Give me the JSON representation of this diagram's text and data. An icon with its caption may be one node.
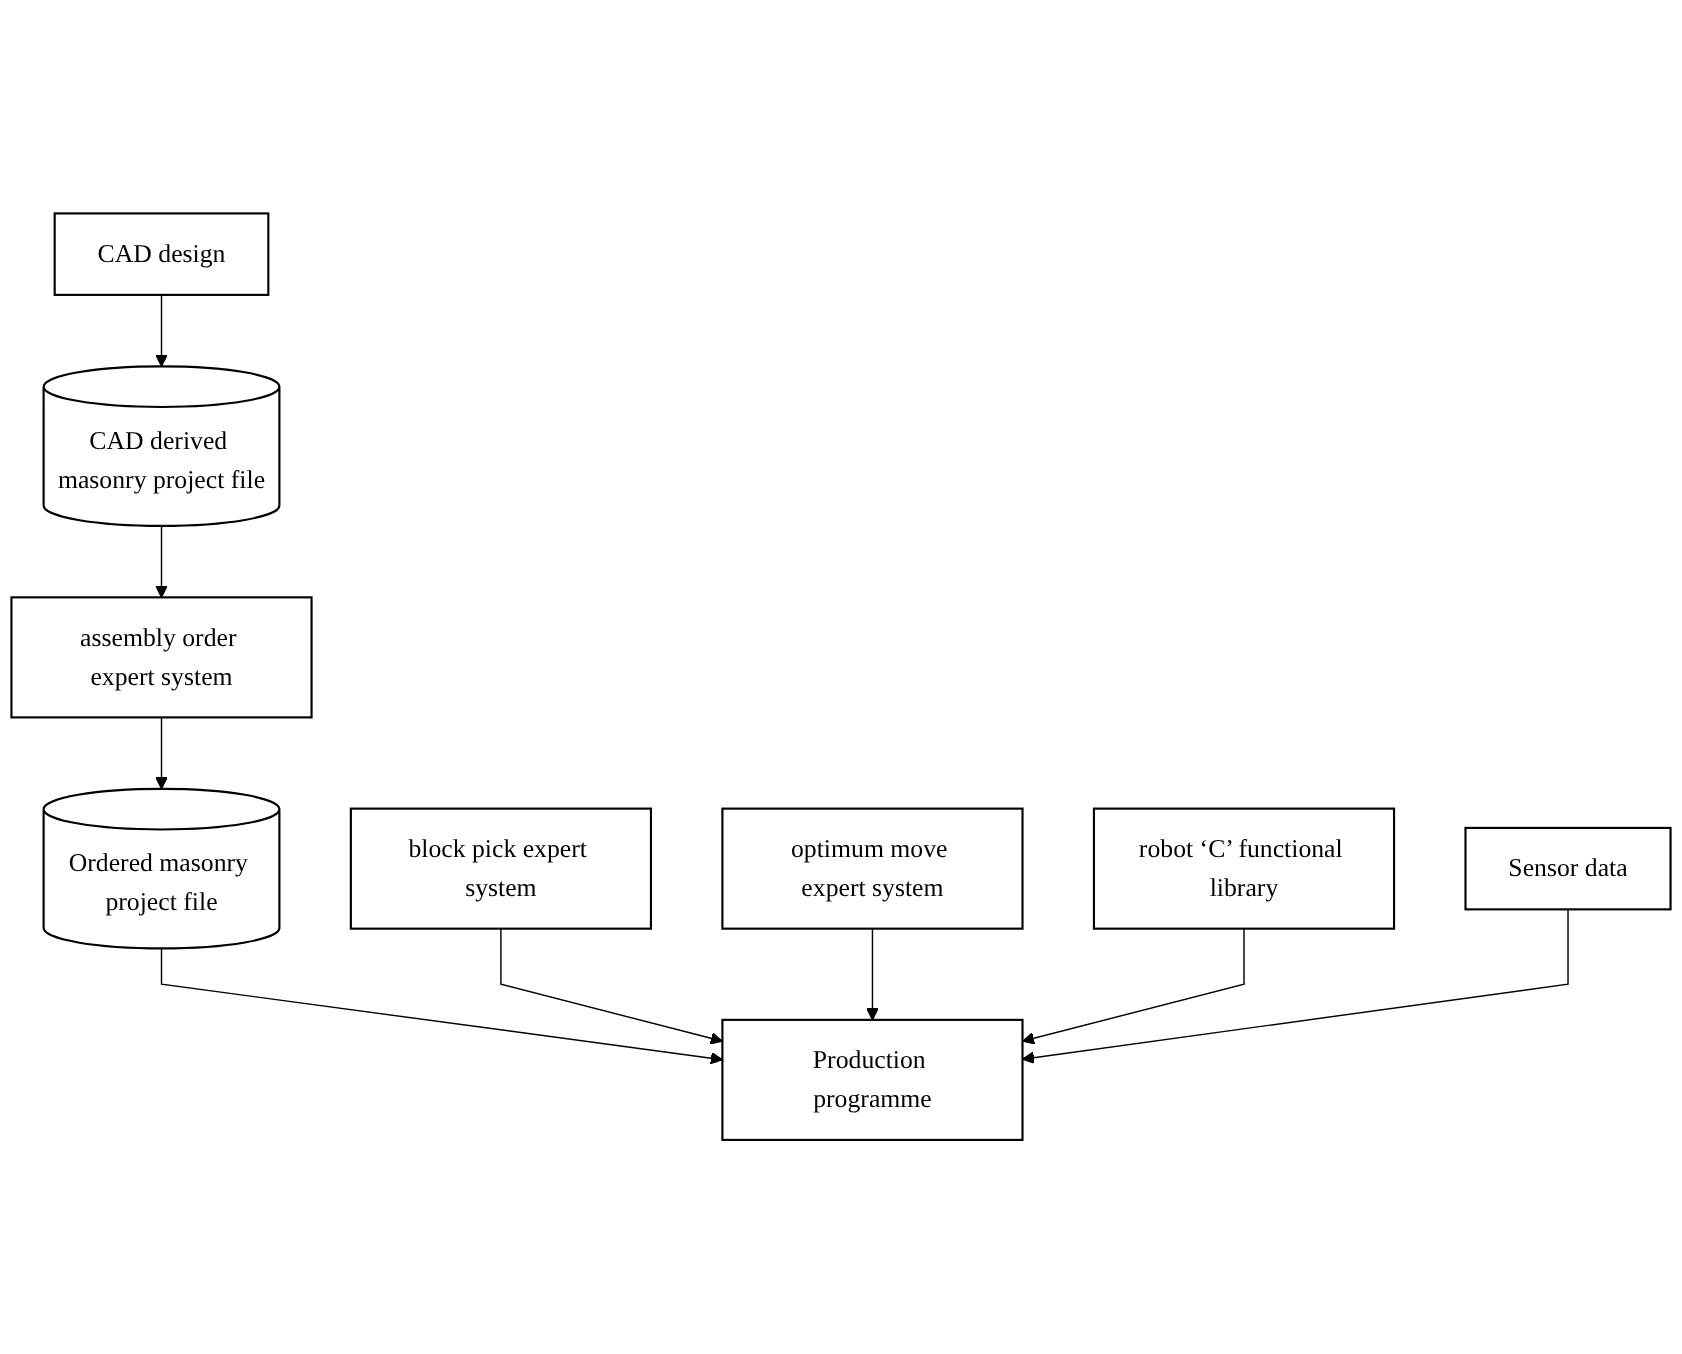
{
  "diagram": {
    "nodes": [
      {
        "text": [
          "CAD derived masonry project file"
        ]
      },
      {
        "text": [
          "CAD design"
        ]
      },
      {
        "text": [
          "assembly order expert system"
        ]
      },
      {
        "text": [
          "Ordered masonry project file"
        ]
      },
      {
        "text": [
          "block pick expert system"
        ]
      },
      {
        "text": [
          "optimum move expert system"
        ]
      },
      {
        "text": [
          "robot ‘C’ functional library"
        ]
      },
      {
        "text": [
          "Production programme"
        ]
      },
      {
        "text": [
          "Sensor data"
        ]
      }
    ],
    "edges": [
      {
        "from": 1,
        "to": 0,
        "arrow": "to"
      },
      {
        "from": 0,
        "to": 2,
        "arrow": "to"
      },
      {
        "from": 2,
        "to": 3,
        "arrow": "to"
      },
      {
        "from": 3,
        "to": 7,
        "arrow": "to"
      },
      {
        "from": 4,
        "to": 7,
        "arrow": "to"
      },
      {
        "from": 5,
        "to": 7,
        "arrow": "to"
      },
      {
        "from": 6,
        "to": 7,
        "arrow": "to"
      },
      {
        "from": 8,
        "to": 7,
        "arrow": "to"
      }
    ]
  }
}
